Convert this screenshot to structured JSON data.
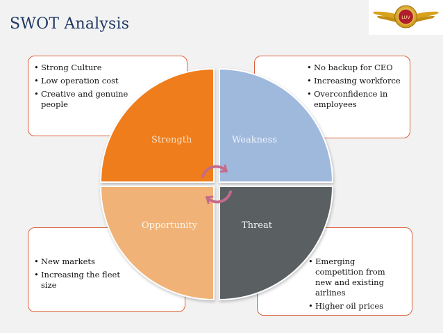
{
  "title": "SWOT Analysis",
  "quadrants": {
    "strength": {
      "label": "Strength",
      "color": "#ef7d1a"
    },
    "weakness": {
      "label": "Weakness",
      "color": "#9fb9dd"
    },
    "opportunity": {
      "label": "Opportunity",
      "color": "#f0b277"
    },
    "threat": {
      "label": "Threat",
      "color": "#5a5f62"
    }
  },
  "boxes": {
    "strength": [
      "Strong Culture",
      "Low operation cost",
      "Creative and genuine people"
    ],
    "weakness": [
      "No backup for CEO",
      "Increasing workforce",
      "Overconfidence in employees"
    ],
    "opportunity": [
      "New markets",
      "Increasing the fleet size"
    ],
    "threat": [
      "Emerging competition from new and existing airlines",
      "Higher oil prices"
    ]
  },
  "logo": {
    "text": "LUV",
    "icon": "airline-wings-logo-icon"
  }
}
